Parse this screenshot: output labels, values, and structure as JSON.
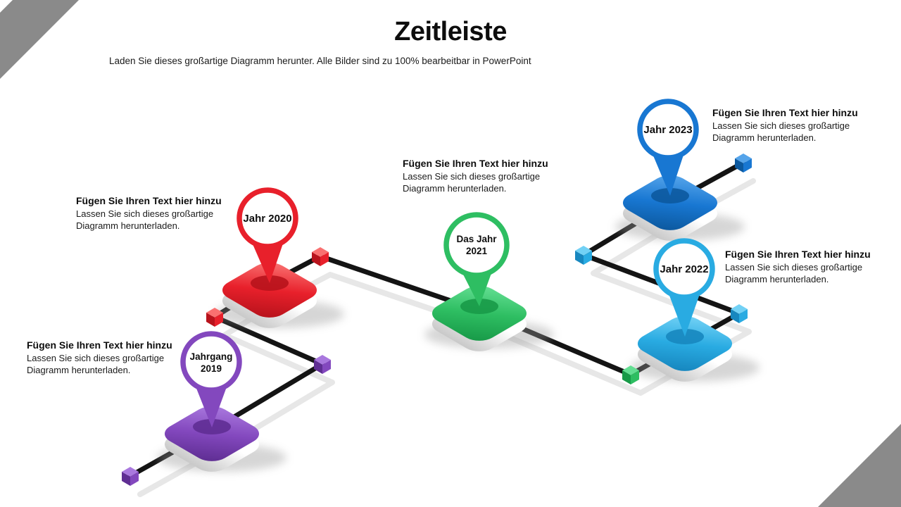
{
  "slide": {
    "title": "Zeitleiste",
    "subtitle": "Laden Sie dieses großartige Diagramm herunter. Alle Bilder sind zu 100% bearbeitbar in PowerPoint"
  },
  "decor": {
    "ribbon_color": "#8a8a8a",
    "road_color": "#141414",
    "road_shadow_color": "#e7e7e7",
    "platform_base_top": "#ffffff",
    "platform_base_bottom": "#c9c9c9"
  },
  "milestones": [
    {
      "line1": "Jahrgang",
      "line2": "2019",
      "heading": "Fügen Sie Ihren Text hier hinzu",
      "body": "Lassen Sie sich dieses großartige Diagramm herunterladen.",
      "color": "#8348be",
      "color_light": "#a978de",
      "color_dark": "#5f2e93"
    },
    {
      "line1": "Jahr 2020",
      "line2": "",
      "heading": "Fügen Sie Ihren Text hier hinzu",
      "body": "Lassen Sie sich dieses großartige Diagramm herunterladen.",
      "color": "#e8202b",
      "color_light": "#f97070",
      "color_dark": "#b8131c"
    },
    {
      "line1": "Das Jahr",
      "line2": "2021",
      "heading": "Fügen Sie Ihren Text hier hinzu",
      "body": "Lassen Sie sich dieses großartige Diagramm herunterladen.",
      "color": "#2ebe62",
      "color_light": "#63de92",
      "color_dark": "#189a48"
    },
    {
      "line1": "Jahr 2022",
      "line2": "",
      "heading": "Fügen Sie Ihren Text hier hinzu",
      "body": "Lassen Sie sich dieses großartige Diagramm herunterladen.",
      "color": "#29abe2",
      "color_light": "#72d1f5",
      "color_dark": "#1787bf"
    },
    {
      "line1": "Jahr 2023",
      "line2": "",
      "heading": "Fügen Sie Ihren Text hier hinzu",
      "body": "Lassen Sie sich dieses großartige Diagramm herunterladen.",
      "color": "#1877d2",
      "color_light": "#55a4ea",
      "color_dark": "#0c599f"
    }
  ]
}
